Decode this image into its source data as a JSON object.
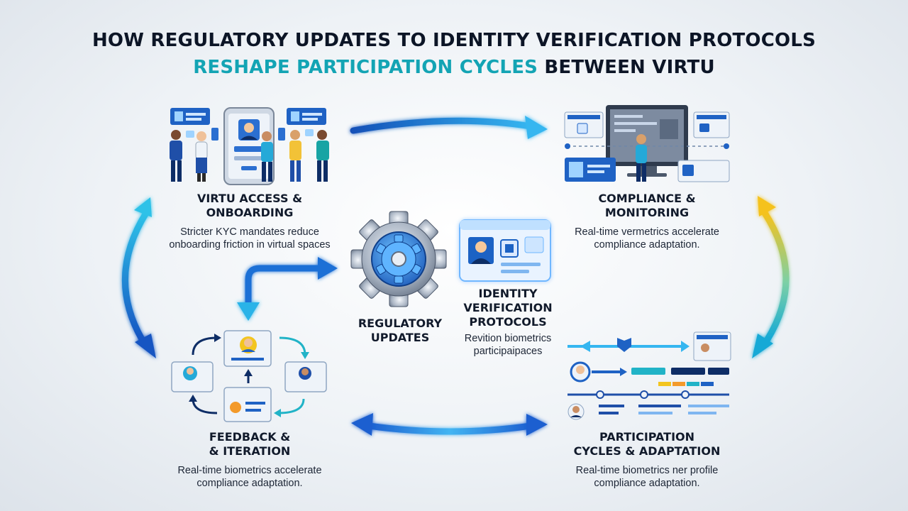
{
  "title": {
    "line1": "HOW REGULATORY UPDATES TO IDENTITY VERIFICATION PROTOCOLS",
    "line2_accent": "RESHAPE PARTICIPATION CYCLES",
    "line2_rest": " BETWEEN VIRTU"
  },
  "nodes": {
    "onboarding": {
      "title_line1": "VIRTU ACCESS &",
      "title_line2": "ONBOARDING",
      "desc_line1": "Stricter KYC mandates reduce",
      "desc_line2": "onboarding friction in virtual spaces"
    },
    "compliance": {
      "title_line1": "COMPLIANCE &",
      "title_line2": "MONITORING",
      "desc_line1": "Real-time vermetrics accelerate",
      "desc_line2": "compliance adaptation."
    },
    "regulatory": {
      "title_line1": "REGULATORY",
      "title_line2": "UPDATES"
    },
    "identity": {
      "title_line1": "IDENTITY",
      "title_line2": "VERIFICATION",
      "title_line3": "PROTOCOLS",
      "desc_line1": "Revition biometrics",
      "desc_line2": "participaipaces"
    },
    "feedback": {
      "title_line1": "FEEDBACK &",
      "title_line2": "& ITERATION",
      "desc_line1": "Real-time biometrics accelerate",
      "desc_line2": "compliance adaptation."
    },
    "participation": {
      "title_line1": "PARTICIPATION",
      "title_line2": "CYCLES & ADAPTATION",
      "desc_line1": "Real-time biometrics ner profile",
      "desc_line2": "compliance adaptation."
    }
  },
  "colors": {
    "accent_teal": "#13a4b4",
    "arrow_blue": "#1e6fd6",
    "arrow_cyan": "#22b8e6",
    "arrow_yellow": "#f3c51f",
    "dark_text": "#0c1526"
  },
  "icons": [
    "people-onboarding-illustration",
    "monitoring-dashboard-illustration",
    "gear-icon",
    "id-card-icon",
    "feedback-cycle-illustration",
    "participation-timeline-illustration"
  ]
}
